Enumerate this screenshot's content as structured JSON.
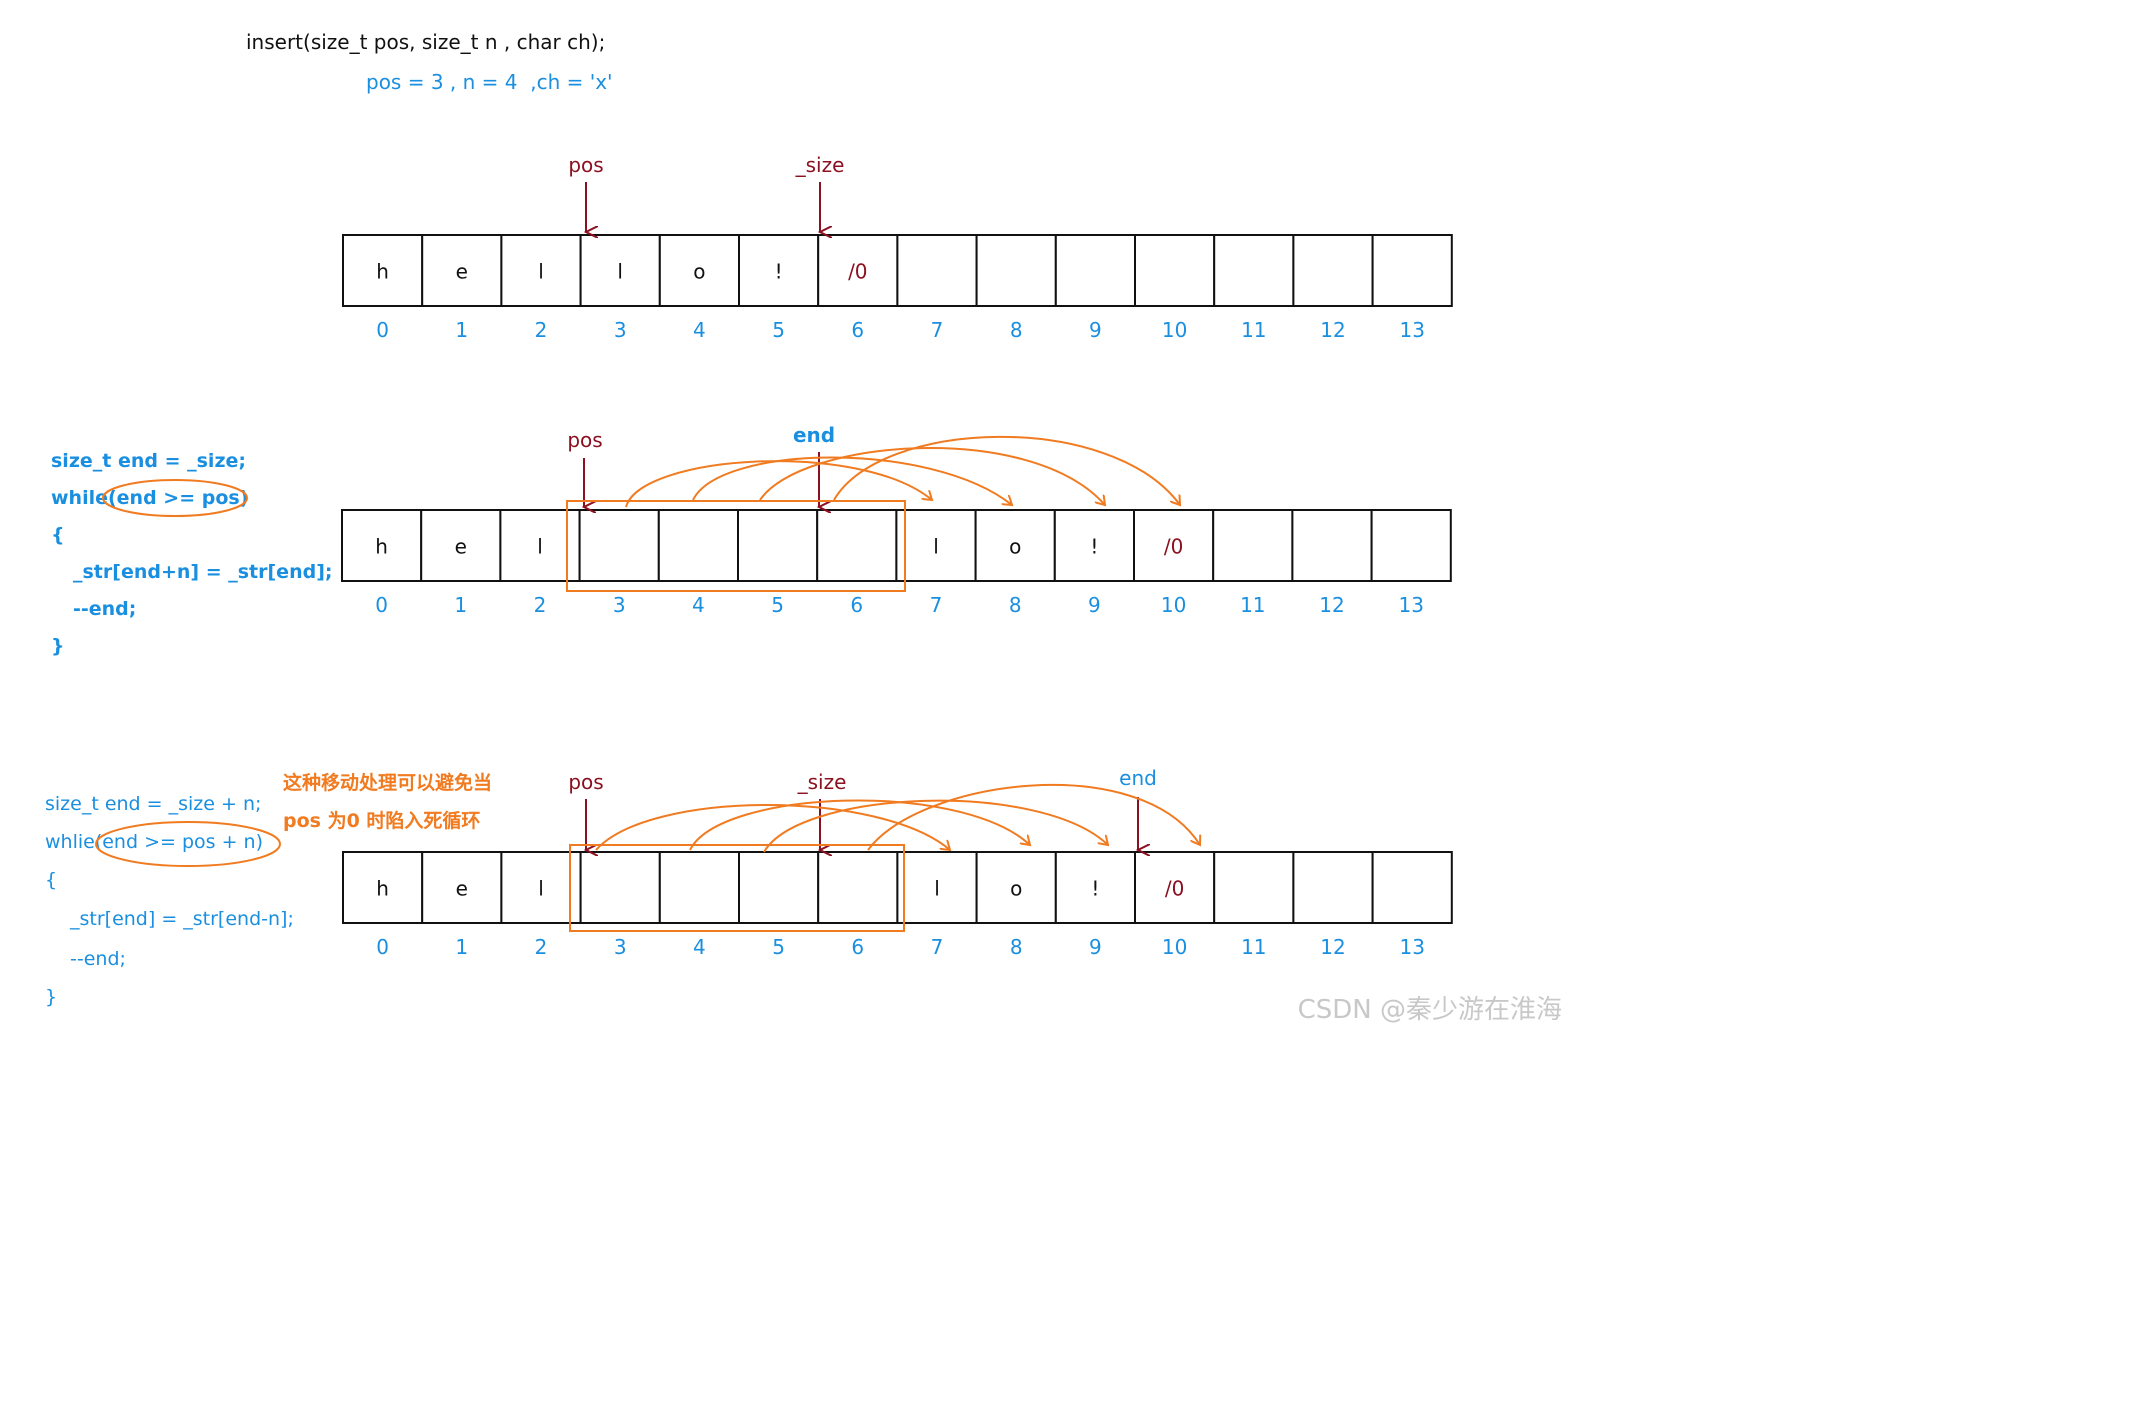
{
  "signature": "insert(size_t pos, size_t n , char ch);",
  "params": "pos = 3 , n = 4  ,ch = 'x'",
  "diagram1": {
    "cells": [
      "h",
      "e",
      "l",
      "l",
      "o",
      "!",
      "/0",
      "",
      "",
      "",
      "",
      "",
      "",
      ""
    ],
    "indices": [
      "0",
      "1",
      "2",
      "3",
      "4",
      "5",
      "6",
      "7",
      "8",
      "9",
      "10",
      "11",
      "12",
      "13"
    ],
    "pointer_pos": "pos",
    "pointer_size": "_size"
  },
  "diagram2": {
    "code": [
      "size_t end = _size;",
      "while(end >= pos)",
      "{",
      "_str[end+n] = _str[end];",
      "--end;",
      "}"
    ],
    "cells": [
      "h",
      "e",
      "l",
      "",
      "",
      "",
      "",
      "l",
      "o",
      "!",
      "/0",
      "",
      "",
      ""
    ],
    "indices": [
      "0",
      "1",
      "2",
      "3",
      "4",
      "5",
      "6",
      "7",
      "8",
      "9",
      "10",
      "11",
      "12",
      "13"
    ],
    "pointer_pos": "pos",
    "pointer_end": "end"
  },
  "diagram3": {
    "code": [
      "size_t end = _size + n;",
      "whlie(end >= pos + n)",
      "{",
      "_str[end] = _str[end-n];",
      "--end;",
      "}"
    ],
    "note": [
      "这种移动处理可以避免当",
      "pos 为0 时陷入死循环"
    ],
    "cells": [
      "h",
      "e",
      "l",
      "",
      "",
      "",
      "",
      "l",
      "o",
      "!",
      "/0",
      "",
      "",
      ""
    ],
    "indices": [
      "0",
      "1",
      "2",
      "3",
      "4",
      "5",
      "6",
      "7",
      "8",
      "9",
      "10",
      "11",
      "12",
      "13"
    ],
    "pointer_pos": "pos",
    "pointer_size": "_size",
    "pointer_end": "end"
  },
  "watermark": "CSDN @秦少游在淮海",
  "colors": {
    "blue": "#1a8fe0",
    "dark_red": "#8b1020",
    "orange": "#f07b20",
    "black": "#111111"
  }
}
